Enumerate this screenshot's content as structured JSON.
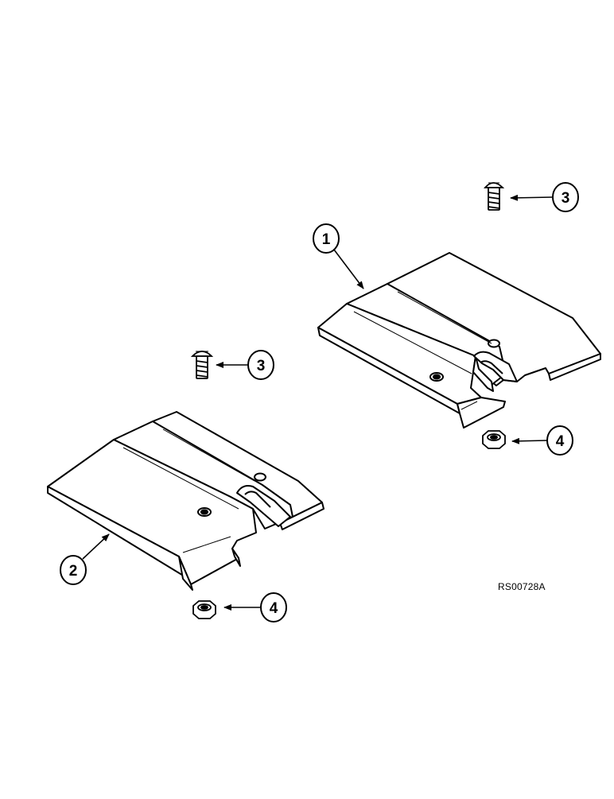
{
  "diagram": {
    "reference_code": "RS00728A",
    "ink_color": "#000000",
    "paper_color": "#ffffff",
    "callouts": [
      {
        "id": "c1",
        "label": "1"
      },
      {
        "id": "c2",
        "label": "2"
      },
      {
        "id": "c3a",
        "label": "3"
      },
      {
        "id": "c3b",
        "label": "3"
      },
      {
        "id": "c4a",
        "label": "4"
      },
      {
        "id": "c4b",
        "label": "4"
      }
    ]
  }
}
